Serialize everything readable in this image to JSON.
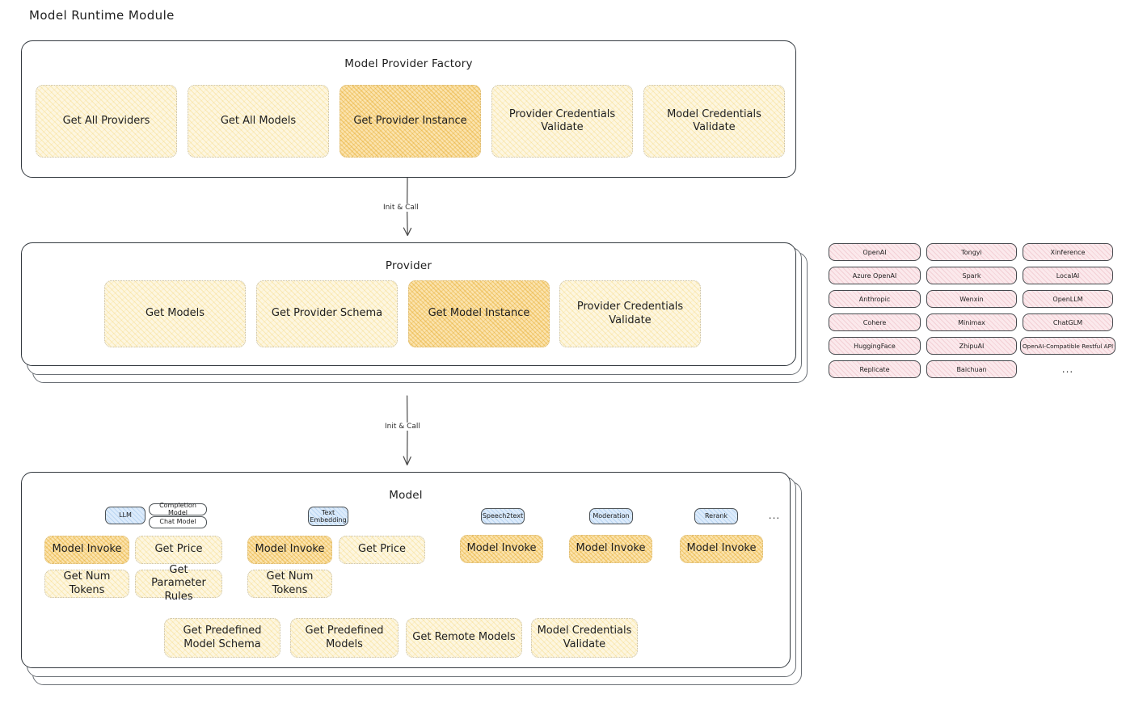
{
  "page": {
    "title": "Model Runtime Module"
  },
  "factory": {
    "title": "Model Provider Factory",
    "methods": [
      {
        "label": "Get All Providers",
        "highlight": false
      },
      {
        "label": "Get All Models",
        "highlight": false
      },
      {
        "label": "Get Provider Instance",
        "highlight": true
      },
      {
        "label": "Provider Credentials Validate",
        "highlight": false
      },
      {
        "label": "Model Credentials Validate",
        "highlight": false
      }
    ]
  },
  "arrow1": {
    "label": "Init & Call"
  },
  "provider": {
    "title": "Provider",
    "stack_layers": 3,
    "methods": [
      {
        "label": "Get Models",
        "highlight": false
      },
      {
        "label": "Get Provider Schema",
        "highlight": false
      },
      {
        "label": "Get Model Instance",
        "highlight": true
      },
      {
        "label": "Provider Credentials Validate",
        "highlight": false
      }
    ]
  },
  "provider_list": {
    "columns": [
      [
        "OpenAI",
        "Azure OpenAI",
        "Anthropic",
        "Cohere",
        "HuggingFace",
        "Replicate"
      ],
      [
        "Tongyi",
        "Spark",
        "Wenxin",
        "Minimax",
        "ZhipuAI",
        "Baichuan"
      ],
      [
        "Xinference",
        "LocalAI",
        "OpenLLM",
        "ChatGLM",
        "OpenAI-Compatible Restful API"
      ]
    ],
    "more": "..."
  },
  "arrow2": {
    "label": "Init & Call"
  },
  "model": {
    "title": "Model",
    "stack_layers": 3,
    "more": "...",
    "types": [
      {
        "name": "LLM",
        "subtypes": [
          "Completion Model",
          "Chat Model"
        ],
        "methods": [
          {
            "label": "Model Invoke",
            "highlight": true
          },
          {
            "label": "Get Price",
            "highlight": false
          },
          {
            "label": "Get Num Tokens",
            "highlight": false
          },
          {
            "label": "Get Parameter Rules",
            "highlight": false
          }
        ]
      },
      {
        "name": "Text Embedding",
        "subtypes": [],
        "methods": [
          {
            "label": "Model Invoke",
            "highlight": true
          },
          {
            "label": "Get Price",
            "highlight": false
          },
          {
            "label": "Get Num Tokens",
            "highlight": false
          }
        ]
      },
      {
        "name": "Speech2text",
        "subtypes": [],
        "methods": [
          {
            "label": "Model Invoke",
            "highlight": true
          }
        ]
      },
      {
        "name": "Moderation",
        "subtypes": [],
        "methods": [
          {
            "label": "Model Invoke",
            "highlight": true
          }
        ]
      },
      {
        "name": "Rerank",
        "subtypes": [],
        "methods": [
          {
            "label": "Model Invoke",
            "highlight": true
          }
        ]
      }
    ],
    "common_methods": [
      {
        "label": "Get Predefined Model Schema"
      },
      {
        "label": "Get Predefined Models"
      },
      {
        "label": "Get Remote Models"
      },
      {
        "label": "Model Credentials Validate"
      }
    ]
  },
  "colors": {
    "accent_yellow": "#fdf6e0",
    "accent_yellow_strong": "#fbe3ad",
    "accent_blue": "#dcebfb",
    "accent_pink": "#fbe9ec",
    "stroke": "#343a40",
    "text": "#1e1e1e"
  }
}
